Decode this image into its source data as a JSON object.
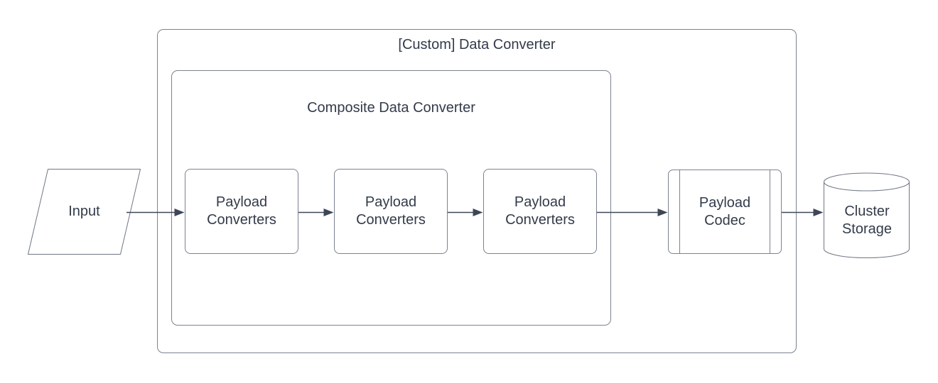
{
  "colors": {
    "background": "#ffffff",
    "shape_border": "#7b8290",
    "arrow": "#3e4656",
    "text": "#333b4a"
  },
  "nodes": {
    "input": {
      "label": "Input",
      "shape": "parallelogram"
    },
    "custom_converter": {
      "label": "[Custom] Data Converter",
      "shape": "container"
    },
    "composite_converter": {
      "label": "Composite Data Converter",
      "shape": "container"
    },
    "payload_converter_1": {
      "label": "Payload Converters",
      "shape": "rounded-rectangle"
    },
    "payload_converter_2": {
      "label": "Payload Converters",
      "shape": "rounded-rectangle"
    },
    "payload_converter_3": {
      "label": "Payload Converters",
      "shape": "rounded-rectangle"
    },
    "payload_codec": {
      "label": "Payload Codec",
      "shape": "predefined-process"
    },
    "cluster_storage": {
      "label": "Cluster Storage",
      "shape": "cylinder"
    }
  },
  "edges": [
    {
      "from": "input",
      "to": "payload_converter_1"
    },
    {
      "from": "payload_converter_1",
      "to": "payload_converter_2"
    },
    {
      "from": "payload_converter_2",
      "to": "payload_converter_3"
    },
    {
      "from": "payload_converter_3",
      "to": "payload_codec"
    },
    {
      "from": "payload_codec",
      "to": "cluster_storage"
    }
  ]
}
